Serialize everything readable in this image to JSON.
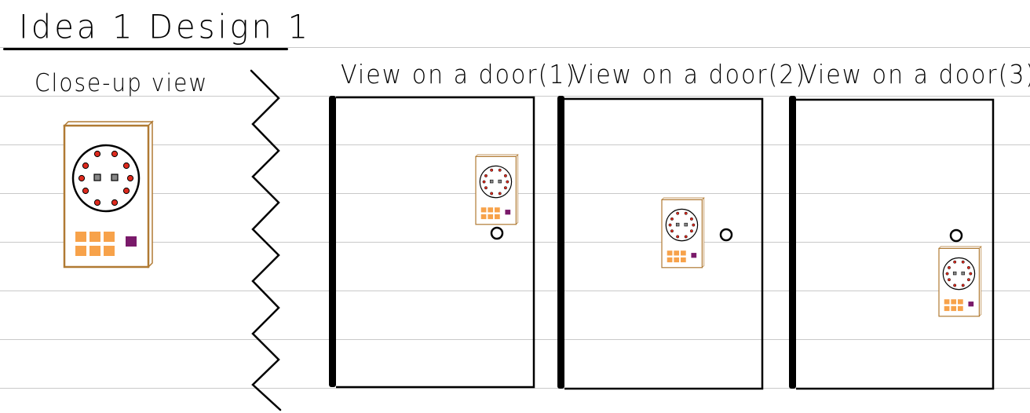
{
  "title": "Idea 1 Design 1",
  "closeup_label": "Close-up view",
  "door_labels": [
    "View on a door(1)",
    "View on a door(2)",
    "View on a door(3)"
  ],
  "colors": {
    "ink": "#000000",
    "ruled_line": "#c9c9c9",
    "device_border": "#b07a33",
    "device_fill": "#ffffff",
    "dot_red": "#dd2a1e",
    "sensor_gray": "#888888",
    "key_orange": "#f7a24a",
    "key_purple": "#7a1a6a"
  },
  "icons": [
    "zigzag-separator",
    "door",
    "door-handle-knob",
    "keypad-device"
  ]
}
